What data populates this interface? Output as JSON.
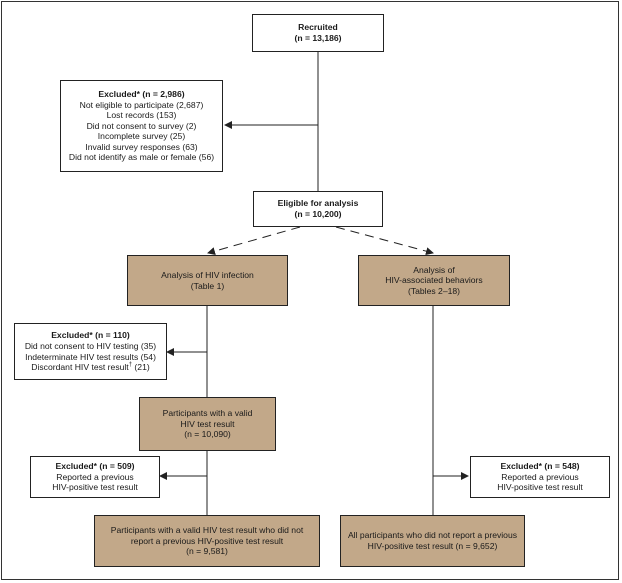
{
  "recruited": {
    "title": "Recruited",
    "count": "(n = 13,186)"
  },
  "excluded_1": {
    "title": "Excluded* (n = 2,986)",
    "lines": [
      "Not eligible to participate (2,687)",
      "Lost records (153)",
      "Did not consent to survey (2)",
      "Incomplete survey (25)",
      "Invalid survey responses (63)",
      "Did not identify as male or female (56)"
    ]
  },
  "eligible": {
    "title": "Eligible for analysis",
    "count": "(n = 10,200)"
  },
  "hiv_infection": {
    "line1": "Analysis of HIV infection",
    "line2": "(Table 1)"
  },
  "hiv_behaviors": {
    "line1": "Analysis of",
    "line2": "HIV-associated behaviors",
    "line3": "(Tables 2–18)"
  },
  "excluded_2": {
    "title": "Excluded* (n = 110)",
    "line1": "Did not consent to HIV testing (35)",
    "line2": "Indeterminate HIV test results (54)",
    "line3_text": "Discordant HIV test result",
    "line3_mark": "†",
    "line3_count": " (21)"
  },
  "valid_test": {
    "line1": "Participants with a valid",
    "line2": "HIV test result",
    "line3": "(n = 10,090)"
  },
  "excluded_3": {
    "title": "Excluded* (n = 509)",
    "line1": "Reported a previous",
    "line2": "HIV-positive test result"
  },
  "excluded_4": {
    "title": "Excluded* (n = 548)",
    "line1": "Reported a previous",
    "line2": "HIV-positive test result"
  },
  "final_left": {
    "line1": "Participants with a valid HIV test result who did not",
    "line2": "report a previous HIV-positive test result",
    "line3": "(n = 9,581)"
  },
  "final_right": {
    "line1": "All participants who did not report a previous",
    "line2": "HIV-positive test result (n = 9,652)"
  }
}
